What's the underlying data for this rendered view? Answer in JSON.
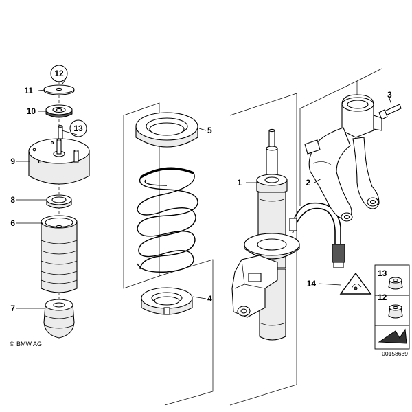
{
  "labels": {
    "l1": "1",
    "l2": "2",
    "l3": "3",
    "l4": "4",
    "l5": "5",
    "l6": "6",
    "l7": "7",
    "l8": "8",
    "l9": "9",
    "l10": "10",
    "l11": "11",
    "l12": "12",
    "l13": "13",
    "l14": "14",
    "l12b": "12",
    "l13b": "13"
  },
  "copyright": "BMW AG",
  "drawing_number": "00158639"
}
